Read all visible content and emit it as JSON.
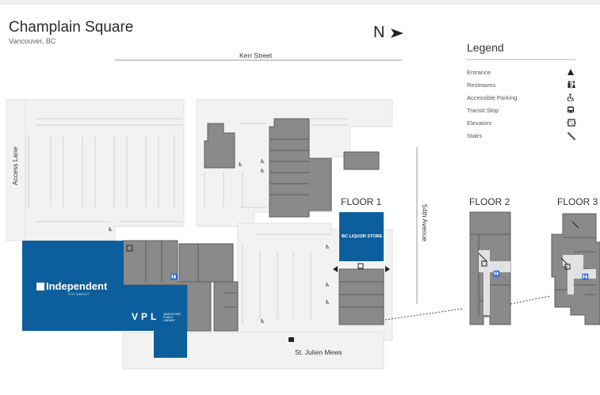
{
  "header": {
    "title": "Champlain Square",
    "subtitle": "Vancouver, BC",
    "north_label": "N"
  },
  "legend": {
    "title": "Legend",
    "items": [
      {
        "label": "Entrance",
        "icon": "entrance-icon"
      },
      {
        "label": "Restrooms",
        "icon": "restroom-icon"
      },
      {
        "label": "Accessible Parking",
        "icon": "accessible-parking-icon"
      },
      {
        "label": "Transit Stop",
        "icon": "transit-stop-icon"
      },
      {
        "label": "Elevators",
        "icon": "elevator-icon"
      },
      {
        "label": "Stairs",
        "icon": "stairs-icon"
      }
    ]
  },
  "streets": {
    "kerr": "Kerr Street",
    "access_lane": "Access Lane",
    "avenue_54": "54th Avenue",
    "st_julien": "St. Julien Mews"
  },
  "floors": {
    "floor1": "FLOOR 1",
    "floor2": "FLOOR 2",
    "floor3": "FLOOR 3"
  },
  "stores": {
    "independent": "Independent",
    "independent_sub": "CITY MARKET",
    "vpl": "VPL",
    "vpl_sub": "VANCOUVER PUBLIC LIBRARY",
    "bc_liquor": "BC LIQUOR STORE"
  },
  "colors": {
    "building": "#8a8a8a",
    "building_stroke": "#5c5c5c",
    "anchor_blue": "#0c5f9c",
    "lot": "#f2f2f2",
    "parking_line": "#d2d2d2"
  }
}
